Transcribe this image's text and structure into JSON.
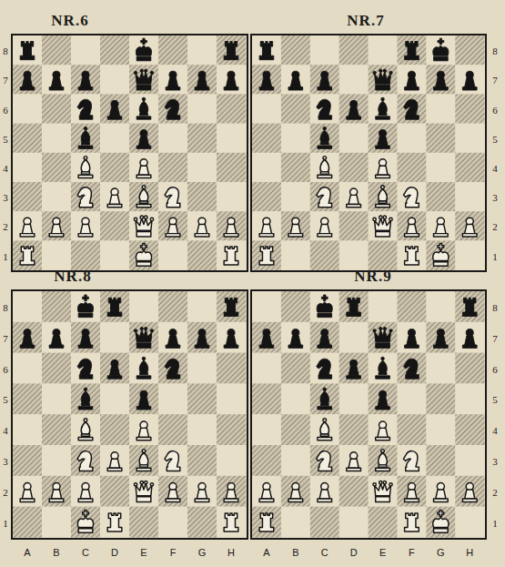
{
  "diagram": {
    "nodes": [
      {
        "text": [
          "NR.6"
        ]
      },
      {
        "text": [
          "NR.7"
        ]
      },
      {
        "text": [
          "NR.8"
        ]
      },
      {
        "text": [
          "NR.9"
        ]
      }
    ],
    "labels": [
      "8",
      "7",
      "6",
      "5",
      "4",
      "3",
      "2",
      "1",
      "8",
      "7",
      "6",
      "5",
      "4",
      "3",
      "2",
      "1",
      "8",
      "7",
      "6",
      "5",
      "4",
      "3",
      "2",
      "1",
      "8",
      "7",
      "6",
      "5",
      "4",
      "3",
      "2",
      "1",
      "A",
      "B",
      "C",
      "D",
      "E",
      "F",
      "G",
      "H",
      "A",
      "B",
      "C",
      "D",
      "E",
      "F",
      "G",
      "H"
    ]
  }
}
